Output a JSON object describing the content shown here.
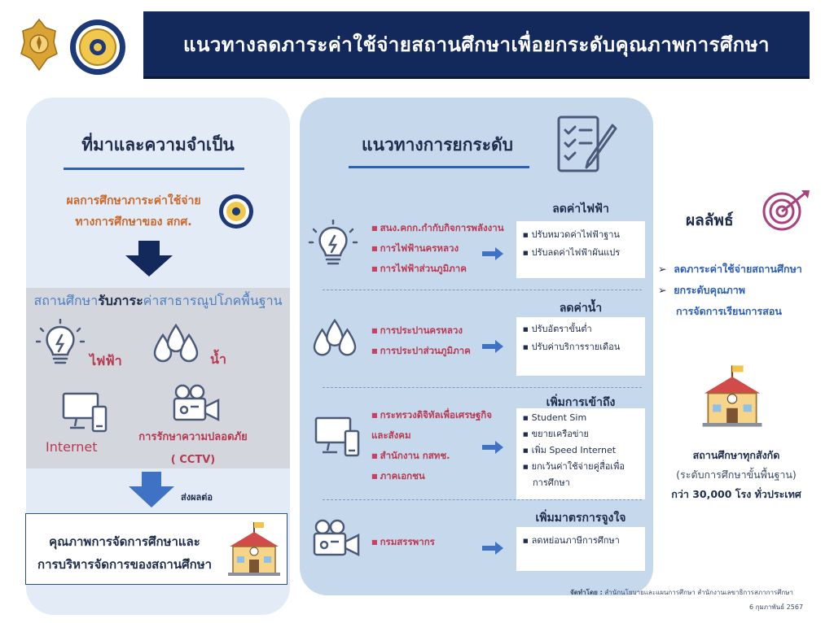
{
  "header": {
    "title": "แนวทางลดภาระค่าใช้จ่ายสถานศึกษาเพื่อยกระดับคุณภาพการศึกษา"
  },
  "left": {
    "title": "ที่มาและความจำเป็น",
    "source_line1": "ผลการศึกษาภาระค่าใช้จ่าย",
    "source_line2": "ทางการศึกษาของ สกศ.",
    "burden_prefix": "สถานศึกษา",
    "burden_bold": "รับภาระ",
    "burden_suffix": "ค่าสาธารณูปโภคพื้นฐาน",
    "electricity": "ไฟฟ้า",
    "water": "น้ำ",
    "internet": "Internet",
    "security_line1": "การรักษาความปลอดภัย",
    "security_line2": "( CCTV)",
    "impact": "ส่งผลต่อ",
    "result_line1": "คุณภาพการจัดการศึกษาและ",
    "result_line2": "การบริหารจัดการของสถานศึกษา"
  },
  "middle": {
    "title": "แนวทางการยกระดับ",
    "sections": [
      {
        "title": "ลดค่าไฟฟ้า",
        "agencies": [
          "สนง.คกก.กำกับกิจการพลังงาน",
          "การไฟฟ้านครหลวง",
          "การไฟฟ้าส่วนภูมิภาค"
        ],
        "actions": [
          "ปรับหมวดค่าไฟฟ้าฐาน",
          "ปรับลดค่าไฟฟ้าผันแปร"
        ]
      },
      {
        "title": "ลดค่าน้ำ",
        "agencies": [
          "การประปานครหลวง",
          "การประปาส่วนภูมิภาค"
        ],
        "actions": [
          "ปรับอัตราขั้นต่ำ",
          "ปรับค่าบริการรายเดือน"
        ]
      },
      {
        "title": "เพิ่มการเข้าถึง",
        "agencies": [
          "กระทรวงดิจิทัลเพื่อเศรษฐกิจ",
          "และสังคม",
          "สำนักงาน กสทช.",
          "ภาคเอกชน"
        ],
        "actions": [
          "Student Sim",
          "ขยายเครือข่าย",
          "เพิ่ม Speed Internet",
          "ยกเว้นค่าใช้จ่ายคู่สื่อเพื่อ",
          "การศึกษา"
        ]
      },
      {
        "title": "เพิ่มมาตรการจูงใจ",
        "agencies": [
          "กรมสรรพากร"
        ],
        "actions": [
          "ลดหย่อนภาษีการศึกษา"
        ]
      }
    ],
    "credit_label": "จัดทำโดย :",
    "credit_text": "สำนักนโยบายและแผนการศึกษา สำนักงานเลขาธิการสภาการศึกษา",
    "date": "6 กุมภาพันธ์ 2567"
  },
  "right": {
    "title": "ผลลัพธ์",
    "outcomes": [
      "ลดภาระค่าใช้จ่ายสถานศึกษา",
      "ยกระดับคุณภาพ",
      "การจัดการเรียนการสอน"
    ],
    "school_line1": "สถานศึกษาทุกสังกัด",
    "school_line2": "(ระดับการศึกษาขั้นพื้นฐาน)",
    "school_line3": "กว่า 30,000 โรง ทั่วประเทศ"
  },
  "colors": {
    "navy": "#13295c",
    "accent_blue": "#2d5fb6",
    "accent_red": "#b83a52",
    "orange": "#c9682a"
  }
}
